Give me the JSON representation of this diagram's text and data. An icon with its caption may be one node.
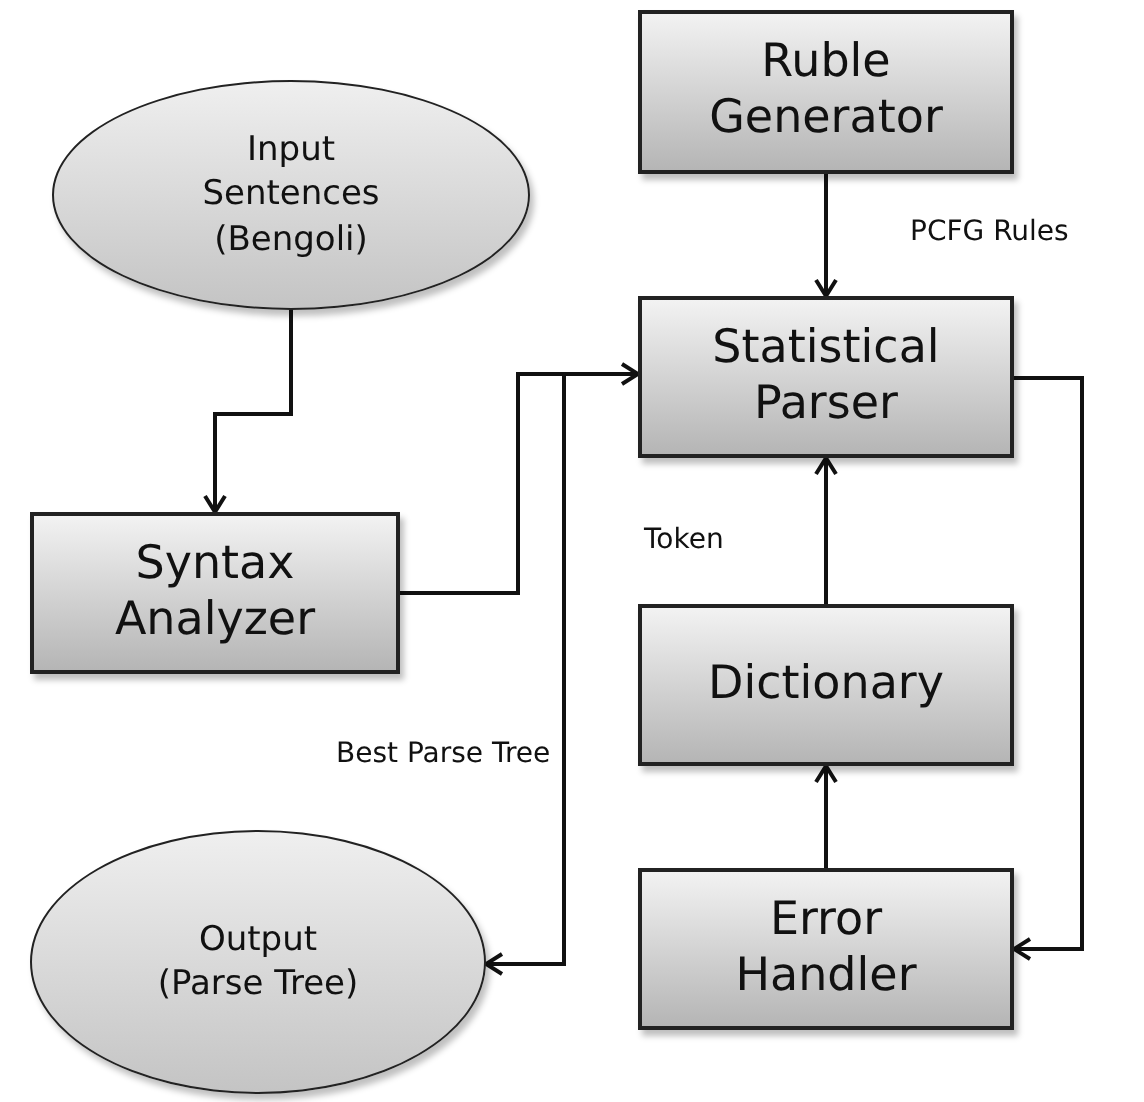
{
  "diagram": {
    "nodes": [
      {
        "text": [
          "Input Sentences (Bengoli)"
        ]
      },
      {
        "text": [
          "Ruble Generator"
        ]
      },
      {
        "text": [
          "Statistical Parser"
        ]
      },
      {
        "text": [
          "Syntax Analyzer"
        ]
      },
      {
        "text": [
          "Dictionary"
        ]
      },
      {
        "text": [
          "Output (Parse Tree)"
        ]
      },
      {
        "text": [
          "Error Handler"
        ]
      }
    ],
    "edges": [
      {
        "from": 0,
        "to": 3,
        "arrow": "to"
      },
      {
        "from": 1,
        "to": 2,
        "arrow": "to",
        "label": "PCFG Rules"
      },
      {
        "from": 3,
        "to": 2,
        "arrow": "to"
      },
      {
        "from": 2,
        "to": 5,
        "arrow": "to",
        "label": "Best Parse Tree"
      },
      {
        "from": 2,
        "to": 6,
        "arrow": "to"
      },
      {
        "from": 6,
        "to": 4,
        "arrow": "to"
      },
      {
        "from": 4,
        "to": 2,
        "arrow": "to",
        "label": "Token"
      }
    ]
  }
}
